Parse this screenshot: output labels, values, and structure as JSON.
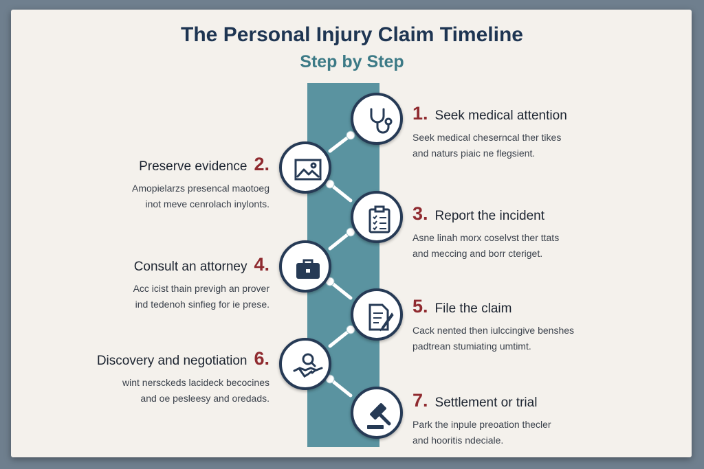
{
  "title": "The Personal Injury Claim Timeline",
  "subtitle": "Step by Step",
  "steps": [
    {
      "number": "1.",
      "label": "Seek medical attention",
      "desc1": "Seek medical cheserncal ther tikes",
      "desc2": "and naturs piaic ne flegsient.",
      "icon": "stethoscope-icon"
    },
    {
      "number": "2.",
      "label": "Preserve evidence",
      "desc1": "Amopielarzs presencal maotoeg",
      "desc2": "inot meve cenrolach inylonts.",
      "icon": "photo-icon"
    },
    {
      "number": "3.",
      "label": "Report the incident",
      "desc1": "Asne linah morx coselvst ther ttats",
      "desc2": "and meccing and borr cteriget.",
      "icon": "clipboard-icon"
    },
    {
      "number": "4.",
      "label": "Consult an attorney",
      "desc1": "Acc icist thain previgh an prover",
      "desc2": "ind tedenoh sinfieg for ie prese.",
      "icon": "briefcase-icon"
    },
    {
      "number": "5.",
      "label": "File the claim",
      "desc1": "Cack nented then iulccingive benshes",
      "desc2": "padtrean stumiating umtimt.",
      "icon": "document-pen-icon"
    },
    {
      "number": "6.",
      "label": "Discovery and negotiation",
      "desc1": "wint nersckeds lacideck becocines",
      "desc2": "and oe pesleesy and oredads.",
      "icon": "handshake-search-icon"
    },
    {
      "number": "7.",
      "label": "Settlement or trial",
      "desc1": "Park the inpule preoation thecler",
      "desc2": "and hooritis ndeciale.",
      "icon": "gavel-icon"
    }
  ]
}
